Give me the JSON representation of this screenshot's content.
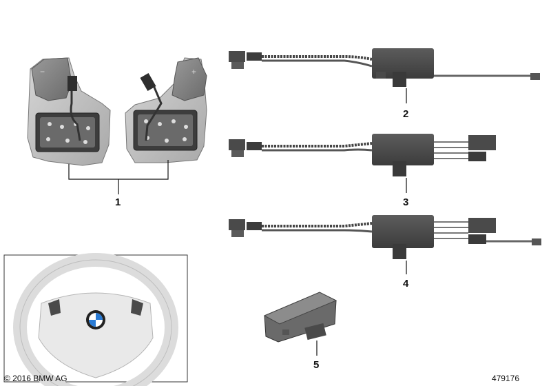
{
  "callouts": {
    "c1": "1",
    "c2": "2",
    "c3": "3",
    "c4": "4",
    "c5": "5"
  },
  "footer": {
    "copyright": "© 2016 BMW AG",
    "diagram_number": "479176"
  },
  "colors": {
    "part_dark": "#4a4a4a",
    "part_mid": "#8a8a8a",
    "panel_light": "#c8c8c8",
    "wheel_light": "#e4e4e4",
    "line": "#111111"
  }
}
